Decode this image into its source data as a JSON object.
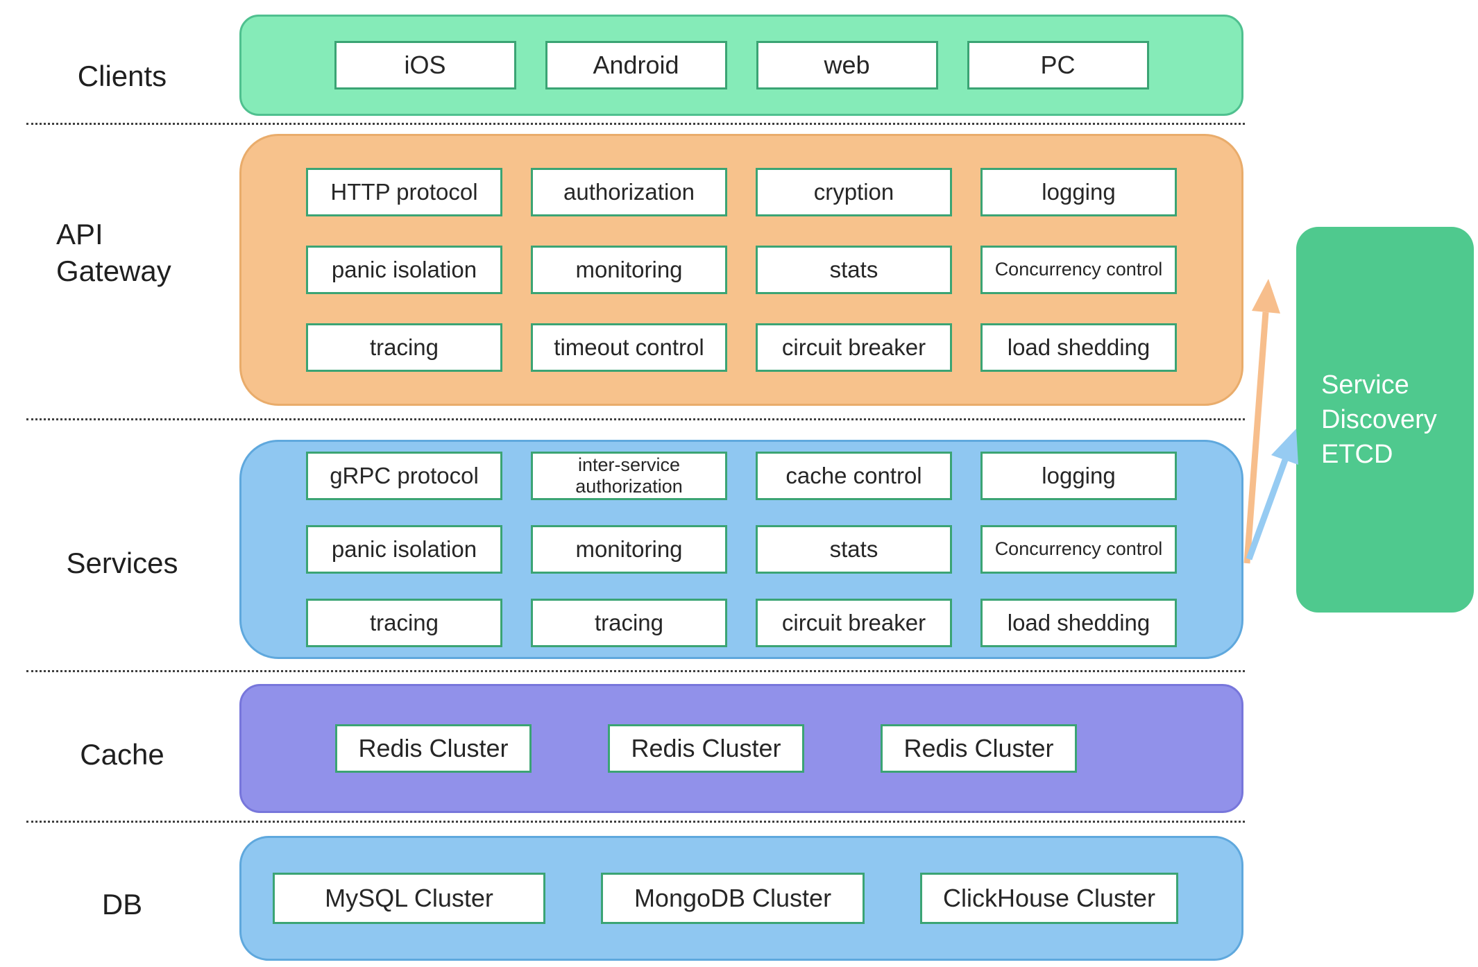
{
  "diagram": {
    "layers": {
      "clients": {
        "label": "Clients",
        "items": [
          "iOS",
          "Android",
          "web",
          "PC"
        ]
      },
      "gateway": {
        "label": "API Gateway",
        "rows": [
          [
            "HTTP protocol",
            "authorization",
            "cryption",
            "logging"
          ],
          [
            "panic isolation",
            "monitoring",
            "stats",
            "Concurrency control"
          ],
          [
            "tracing",
            "timeout control",
            "circuit breaker",
            "load shedding"
          ]
        ]
      },
      "services": {
        "label": "Services",
        "rows": [
          [
            "gRPC protocol",
            "inter-service authorization",
            "cache control",
            "logging"
          ],
          [
            "panic isolation",
            "monitoring",
            "stats",
            "Concurrency control"
          ],
          [
            "tracing",
            "tracing",
            "circuit breaker",
            "load shedding"
          ]
        ]
      },
      "cache": {
        "label": "Cache",
        "items": [
          "Redis Cluster",
          "Redis Cluster",
          "Redis Cluster"
        ]
      },
      "db": {
        "label": "DB",
        "items": [
          "MySQL Cluster",
          "MongoDB Cluster",
          "ClickHouse Cluster"
        ]
      }
    },
    "side_box": {
      "label": "Service Discovery ETCD"
    },
    "colors": {
      "clients_bg": "#85EBB8",
      "gateway_bg": "#F7C28C",
      "services_bg": "#8FC7F1",
      "cache_bg": "#9191EA",
      "db_bg": "#8FC7F1",
      "etcd_bg": "#4FC98E",
      "box_border": "#3BA474",
      "arrow_orange": "#F7BE8C",
      "arrow_blue": "#96CBF2"
    }
  }
}
